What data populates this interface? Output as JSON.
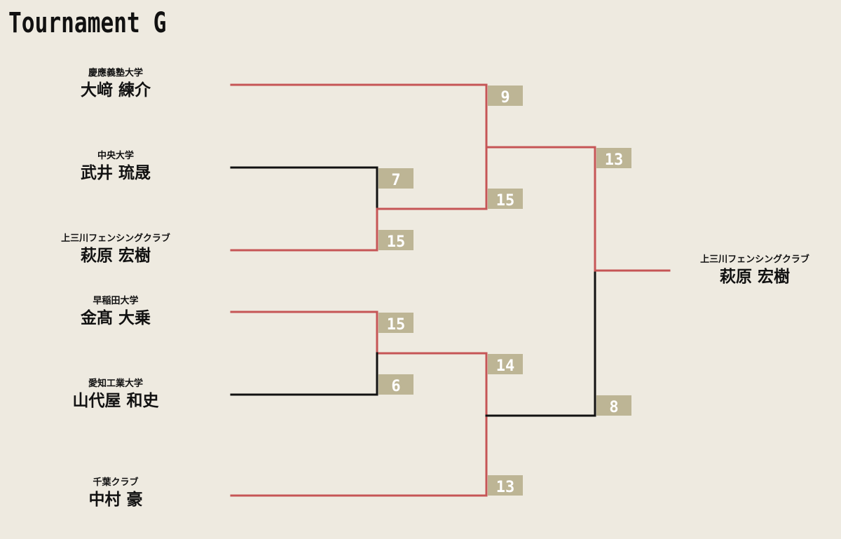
{
  "title": "Tournament G",
  "colors": {
    "background": "#EEEAE0",
    "winner_line": "#C65556",
    "loser_line": "#111111",
    "score_box": "#BDB595",
    "score_text": "#FFFFFF"
  },
  "players": [
    {
      "club": "慶應義塾大学",
      "name": "大﨑 練介"
    },
    {
      "club": "中央大学",
      "name": "武井 琉晟"
    },
    {
      "club": "上三川フェンシングクラブ",
      "name": "萩原 宏樹"
    },
    {
      "club": "早稲田大学",
      "name": "金髙 大乗"
    },
    {
      "club": "愛知工業大学",
      "name": "山代屋 和史"
    },
    {
      "club": "千葉クラブ",
      "name": "中村 豪"
    }
  ],
  "champion": {
    "club": "上三川フェンシングクラブ",
    "name": "萩原 宏樹"
  },
  "scores": {
    "r1_m1_top": "7",
    "r1_m1_bottom": "15",
    "r1_m2_top": "15",
    "r1_m2_bottom": "6",
    "r2_m1_top": "9",
    "r2_m1_bottom": "15",
    "r2_m2_top": "14",
    "r2_m2_bottom": "13",
    "final_top": "13",
    "final_bottom": "8"
  }
}
